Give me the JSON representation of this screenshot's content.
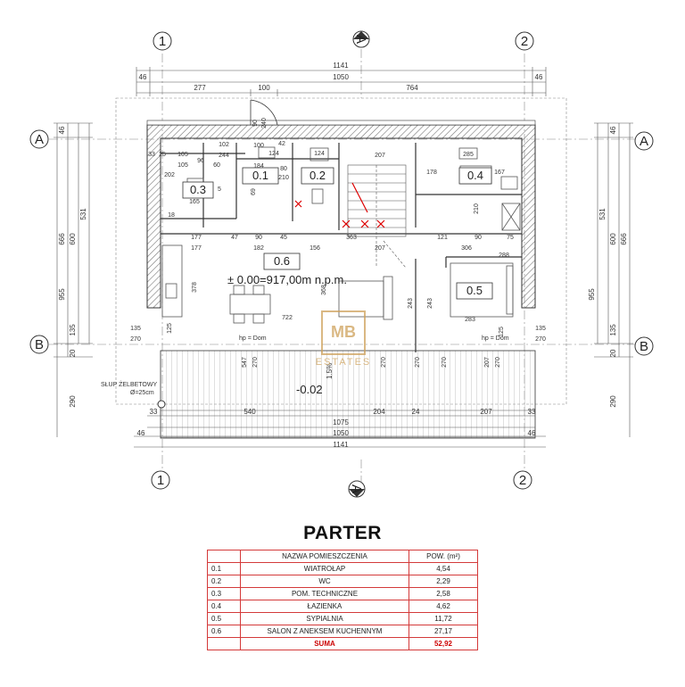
{
  "drawing": {
    "axes": {
      "a": "A",
      "b": "B",
      "one": "1",
      "two": "2"
    },
    "dims_top": {
      "total": "1141",
      "inner": "1050",
      "left_off": "46",
      "right_off": "46",
      "seg_a": "277",
      "seg_b": "100",
      "seg_c": "764"
    },
    "dims_bottom": {
      "total": "1141",
      "inner": "1050",
      "outer": "1075",
      "left_off": "46",
      "right_off": "46",
      "seg_a": "540",
      "seg_b": "204",
      "seg_c": "24",
      "seg_d": "207",
      "left_small": "33",
      "right_small": "33"
    },
    "dims_left": {
      "total": "955",
      "inner": "666",
      "mid": "600",
      "sub": "531",
      "top_off": "46",
      "b135": "135",
      "b20": "20",
      "b290": "290"
    },
    "dims_right": {
      "total": "955",
      "inner": "666",
      "mid": "600",
      "sub": "531",
      "top_off": "46",
      "b135": "135",
      "b20": "20",
      "b290": "290"
    },
    "rooms": {
      "r01": "0.1",
      "r02": "0.2",
      "r03": "0.3",
      "r04": "0.4",
      "r05": "0.5",
      "r06": "0.6"
    },
    "level_text": "± 0.00=917,00m n.p.m.",
    "terrace_level": "-0.02",
    "slope_text": "1.5%",
    "column_label_1": "SŁUP ŻELBETOWY",
    "column_label_2": "Ø=25cm",
    "inner_dims": {
      "d244": "244",
      "d100a": "100",
      "d42": "42",
      "d102": "102",
      "d105a": "105",
      "d105b": "105",
      "d96": "96",
      "d60": "60",
      "d124a": "124",
      "d124b": "124",
      "d207a": "207",
      "d285": "285",
      "d184": "184",
      "d80": "80",
      "d210a": "210",
      "d202": "202",
      "d165": "165",
      "d178": "178",
      "d167": "167",
      "d177a": "177",
      "d47": "47",
      "d90a": "90",
      "d45": "45",
      "d363": "363",
      "d121": "121",
      "d90b": "90",
      "d75": "75",
      "d177b": "177",
      "d182": "182",
      "d156": "156",
      "d207b": "207",
      "d306": "306",
      "d288": "288",
      "d378": "378",
      "d368": "368",
      "d243a": "243",
      "d243b": "243",
      "d283": "283",
      "d722": "722",
      "d135l": "135",
      "d270l": "270",
      "d125l": "125",
      "d125r": "125",
      "d135r": "135",
      "d270r": "270",
      "d547": "547",
      "d270a": "270",
      "d270b": "270",
      "d270c": "270",
      "d270d": "270",
      "d207c": "207",
      "d270e": "270",
      "d240": "240",
      "d90c": "90",
      "d33a": "33",
      "d25a": "25",
      "d18a": "18",
      "d5a": "5",
      "d69": "69",
      "d210b": "210"
    },
    "door_tag": "hp = Dom"
  },
  "watermark": {
    "mark": "MB",
    "name": "ESTATES"
  },
  "title": "PARTER",
  "table": {
    "headers": {
      "name": "NAZWA POMIESZCZENIA",
      "area": "POW. (m²)"
    },
    "rows": [
      {
        "no": "0.1",
        "name": "WIATROŁAP",
        "area": "4,54"
      },
      {
        "no": "0.2",
        "name": "WC",
        "area": "2,29"
      },
      {
        "no": "0.3",
        "name": "POM. TECHNICZNE",
        "area": "2,58"
      },
      {
        "no": "0.4",
        "name": "ŁAZIENKA",
        "area": "4,62"
      },
      {
        "no": "0.5",
        "name": "SYPIALNIA",
        "area": "11,72"
      },
      {
        "no": "0.6",
        "name": "SALON Z ANEKSEM KUCHENNYM",
        "area": "27,17"
      }
    ],
    "sum": {
      "name": "SUMA",
      "area": "52,92"
    }
  }
}
